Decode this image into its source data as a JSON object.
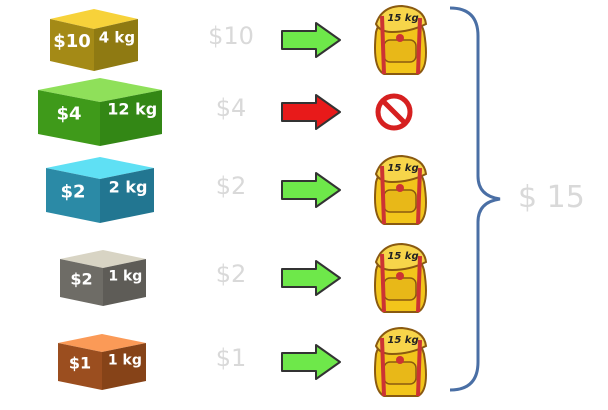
{
  "items": [
    {
      "price": "$10",
      "weight": "4 kg",
      "value_label": "$10",
      "action": "take",
      "colors": {
        "top": "#f7d23a",
        "front": "#a48a16",
        "side": "#8f7a12"
      }
    },
    {
      "price": "$4",
      "weight": "12 kg",
      "value_label": "$4",
      "action": "reject",
      "colors": {
        "top": "#8fe05a",
        "front": "#3f9a1a",
        "side": "#338715"
      }
    },
    {
      "price": "$2",
      "weight": "2 kg",
      "value_label": "$2",
      "action": "take",
      "colors": {
        "top": "#5fe0f4",
        "front": "#2b8aa6",
        "side": "#227691"
      }
    },
    {
      "price": "$2",
      "weight": "1 kg",
      "value_label": "$2",
      "action": "take",
      "colors": {
        "top": "#d8d4c4",
        "front": "#6e6c66",
        "side": "#5e5c57"
      }
    },
    {
      "price": "$1",
      "weight": "1 kg",
      "value_label": "$1",
      "action": "take",
      "colors": {
        "top": "#fb9a57",
        "front": "#9b4e1f",
        "side": "#864318"
      }
    }
  ],
  "backpack_capacity": "15 kg",
  "total": "$ 15",
  "colors": {
    "arrow_take": "#6ee84a",
    "arrow_reject": "#e81a1a",
    "brace": "#4a6fa5",
    "value_text": "#d9d9d9"
  }
}
